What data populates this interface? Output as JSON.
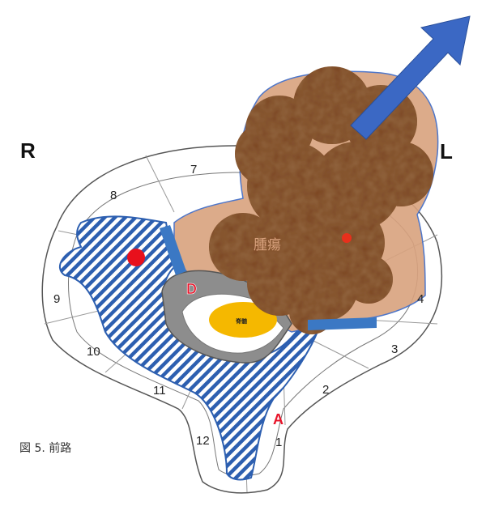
{
  "figure": {
    "caption": "図 5. 前路",
    "side_right": "R",
    "side_left": "L",
    "segments": [
      "1",
      "2",
      "3",
      "4",
      "7",
      "8",
      "9",
      "10",
      "11",
      "12"
    ],
    "marker_a": "A",
    "marker_d": "D",
    "tumor_label": "腫瘍",
    "cord_label": "脊髄",
    "colors": {
      "tumor": "#7a4420",
      "tumor_halo": "#d9a27e",
      "arrow": "#3b68c4",
      "hatch": "#2d5fb0",
      "dot": "#e8101c",
      "cord": "#f5b800"
    }
  }
}
